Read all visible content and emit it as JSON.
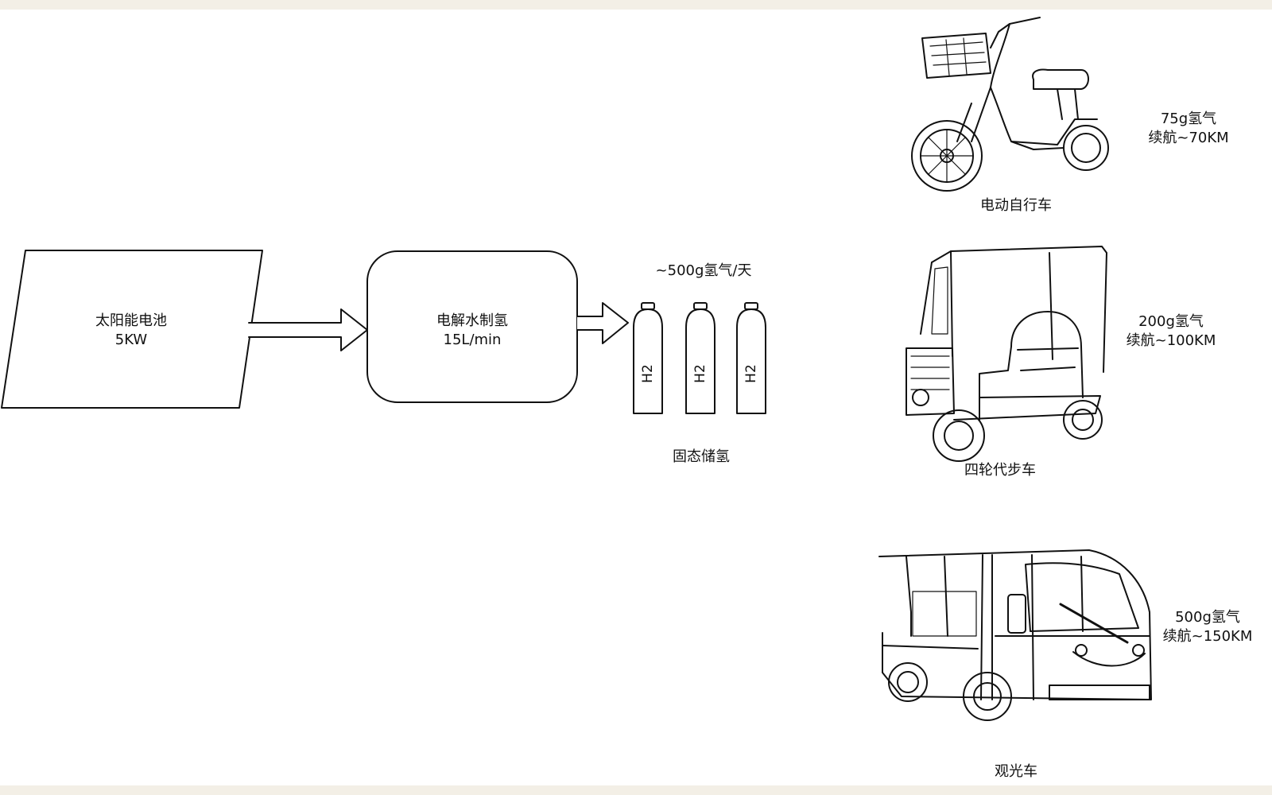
{
  "solar": {
    "line1": "太阳能电池",
    "line2": "5KW"
  },
  "electrolysis": {
    "line1": "电解水制氢",
    "line2": "15L/min"
  },
  "storage": {
    "rate": "~500g氢气/天",
    "label": "固态储氢",
    "tank_label": "H2",
    "tanks": 3
  },
  "vehicles": [
    {
      "name": "电动自行车",
      "spec1": "75g氢气",
      "spec2": "续航~70KM"
    },
    {
      "name": "四轮代步车",
      "spec1": "200g氢气",
      "spec2": "续航~100KM"
    },
    {
      "name": "观光车",
      "spec1": "500g氢气",
      "spec2": "续航~150KM"
    }
  ]
}
